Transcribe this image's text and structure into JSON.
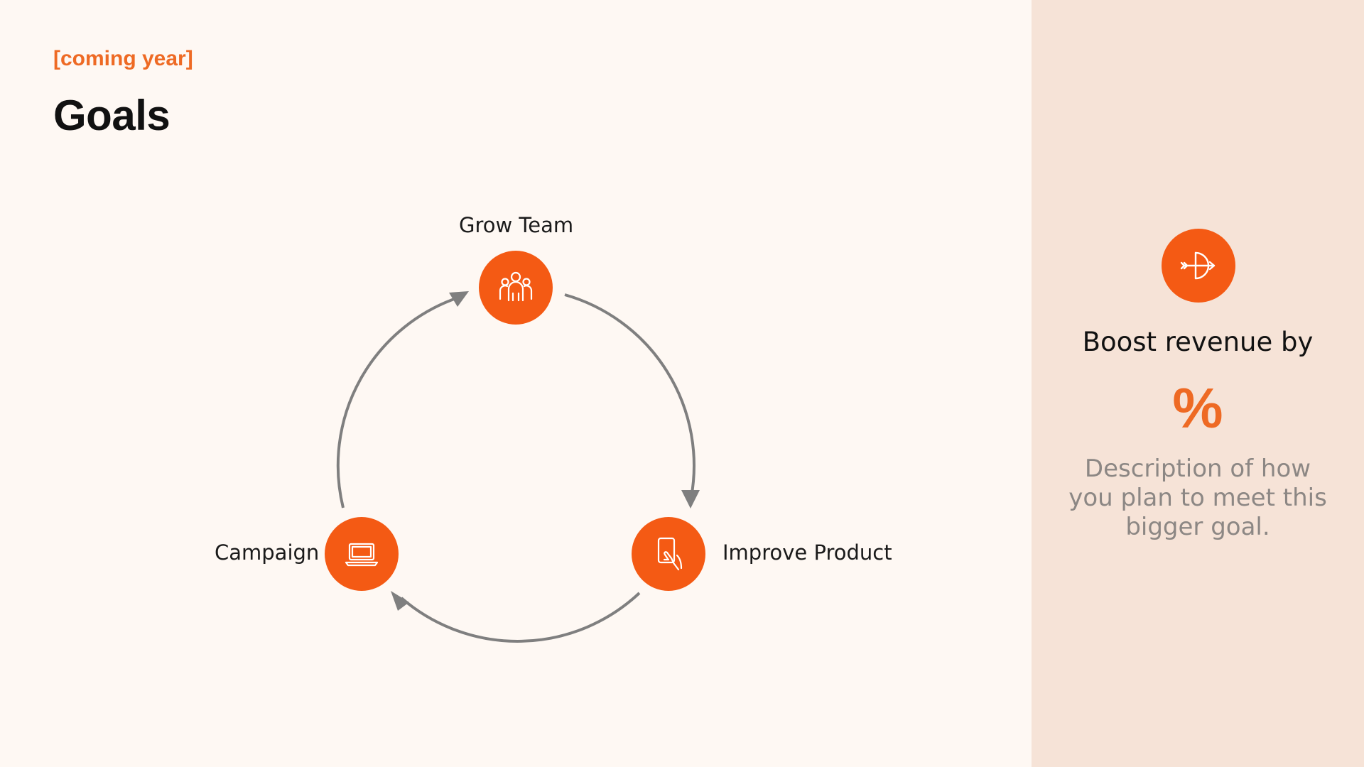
{
  "header": {
    "kicker": "[coming year]",
    "title": "Goals"
  },
  "cycle": {
    "nodes": [
      {
        "label": "Grow Team",
        "icon": "people-group-icon"
      },
      {
        "label": "Improve Product",
        "icon": "hand-tablet-icon"
      },
      {
        "label": "Campaign",
        "icon": "laptop-icon"
      }
    ],
    "arrows": [
      {
        "from": "Grow Team",
        "to": "Improve Product"
      },
      {
        "from": "Improve Product",
        "to": "Campaign"
      },
      {
        "from": "Campaign",
        "to": "Grow Team"
      }
    ]
  },
  "sidebar": {
    "icon": "bow-and-arrow-icon",
    "heading": "Boost revenue by",
    "value": "%",
    "description": "Description of how you plan to meet this bigger goal."
  },
  "colors": {
    "accent": "#F45A14",
    "accent_text": "#EE6A24",
    "background": "#FEF8F3",
    "sidebar_background": "#F6E3D7",
    "arrow": "#7F7F7F",
    "muted_text": "#8C8784"
  }
}
